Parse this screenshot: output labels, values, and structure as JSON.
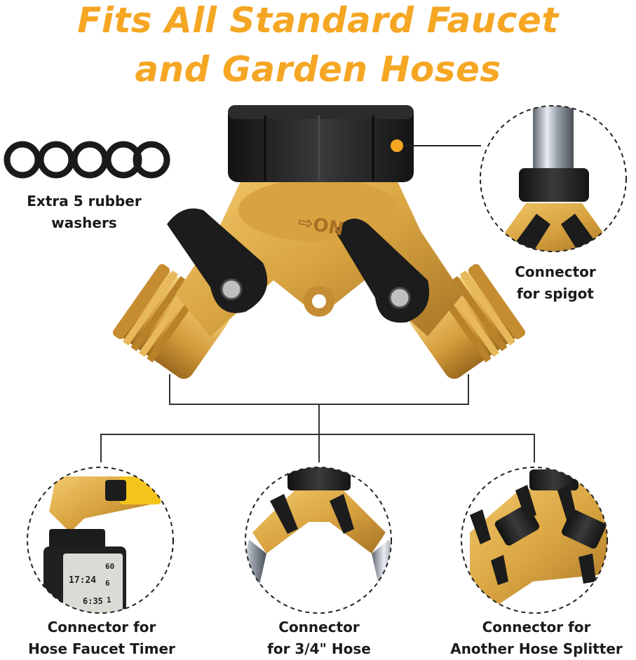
{
  "headline": {
    "line1": "Fits All Standard Faucet",
    "line2": "and Garden Hoses"
  },
  "callouts": {
    "washers": {
      "line1": "Extra 5 rubber",
      "line2": "washers"
    },
    "spigot": {
      "line1": "Connector",
      "line2": "for spigot"
    },
    "timer": {
      "line1": "Connector for",
      "line2": "Hose Faucet Timer"
    },
    "hose": {
      "line1": "Connector",
      "line2": "for 3/4\" Hose"
    },
    "splitter": {
      "line1": "Connector for",
      "line2": "Another Hose Splitter"
    }
  },
  "product": {
    "valve_marking": "⇨ON",
    "timer_display": {
      "time1": "17:24",
      "time2": "6:35",
      "num1": "60",
      "num2": "6",
      "num3": "1"
    }
  },
  "colors": {
    "accent": "#f5a623",
    "brass": "#d9a441",
    "rubber": "#1e1e1e"
  }
}
